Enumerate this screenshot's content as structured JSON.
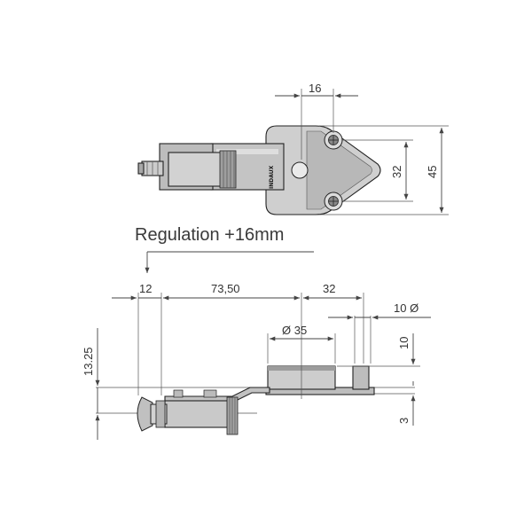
{
  "regulation_label": "Regulation +16mm",
  "brand_mark": "INDAUX",
  "dimensions": {
    "top_width": "16",
    "top_hole_spacing": "32",
    "top_height": "45",
    "side_offset": "12",
    "side_length": "73,50",
    "side_spacing": "32",
    "side_pin_diameter": "10 Ø",
    "side_cup_diameter": "Ø 35",
    "side_cup_depth": "10",
    "side_height": "13.25",
    "side_plate_thickness": "3"
  },
  "colors": {
    "part_fill": "#c8c8c8",
    "part_dark": "#9a9a9a",
    "line": "#444444"
  }
}
